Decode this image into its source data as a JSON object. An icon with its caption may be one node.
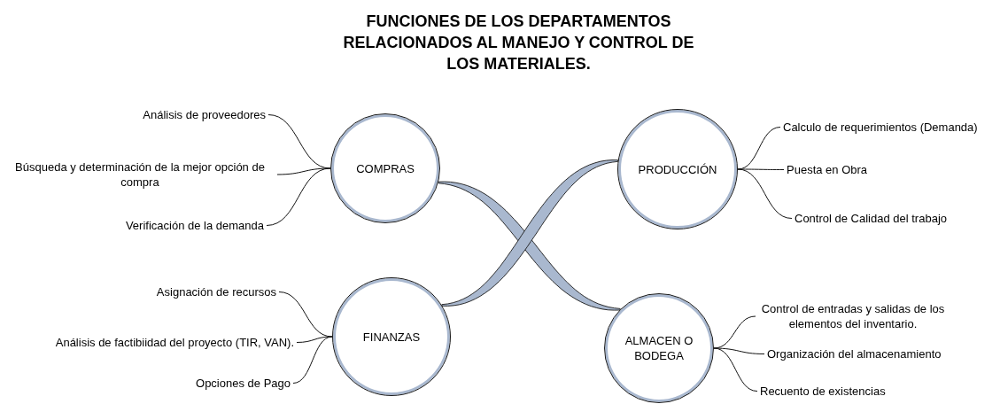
{
  "diagram": {
    "title": "FUNCIONES DE LOS DEPARTAMENTOS RELACIONADOS AL MANEJO Y CONTROL DE LOS MATERIALES.",
    "nodes": [
      {
        "text": [
          "COMPRAS"
        ]
      },
      {
        "text": [
          "Análisis de proveedores"
        ]
      },
      {
        "text": [
          "Búsqueda y determinación de la mejor opción de compra"
        ]
      },
      {
        "text": [
          "Verificación de la demanda"
        ]
      },
      {
        "text": [
          "PRODUCCIÓN"
        ]
      },
      {
        "text": [
          "Calculo de requerimientos (Demanda)"
        ]
      },
      {
        "text": [
          "Puesta en Obra"
        ]
      },
      {
        "text": [
          "Control de Calidad del trabajo"
        ]
      },
      {
        "text": [
          "FINANZAS"
        ]
      },
      {
        "text": [
          "Asignación de recursos"
        ]
      },
      {
        "text": [
          "Análisis de factibiidad del proyecto (TIR, VAN)."
        ]
      },
      {
        "text": [
          "Opciones de Pago"
        ]
      },
      {
        "text": [
          "ALMACEN O BODEGA"
        ]
      },
      {
        "text": [
          "Control de entradas y salidas de los elementos del inventario."
        ]
      },
      {
        "text": [
          "Organización del almacenamiento"
        ]
      },
      {
        "text": [
          "Recuento de existencias"
        ]
      }
    ],
    "edges": [
      {
        "from": 0,
        "to": 1,
        "arrow": "none"
      },
      {
        "from": 0,
        "to": 2,
        "arrow": "none"
      },
      {
        "from": 0,
        "to": 3,
        "arrow": "none"
      },
      {
        "from": 4,
        "to": 5,
        "arrow": "none"
      },
      {
        "from": 4,
        "to": 6,
        "arrow": "none"
      },
      {
        "from": 4,
        "to": 7,
        "arrow": "none"
      },
      {
        "from": 8,
        "to": 9,
        "arrow": "none"
      },
      {
        "from": 8,
        "to": 10,
        "arrow": "none"
      },
      {
        "from": 8,
        "to": 11,
        "arrow": "none"
      },
      {
        "from": 12,
        "to": 13,
        "arrow": "none"
      },
      {
        "from": 12,
        "to": 14,
        "arrow": "none"
      },
      {
        "from": 12,
        "to": 15,
        "arrow": "none"
      },
      {
        "from": 0,
        "to": 12,
        "arrow": "none",
        "style": "thick"
      },
      {
        "from": 8,
        "to": 4,
        "arrow": "none",
        "style": "thick"
      }
    ]
  }
}
